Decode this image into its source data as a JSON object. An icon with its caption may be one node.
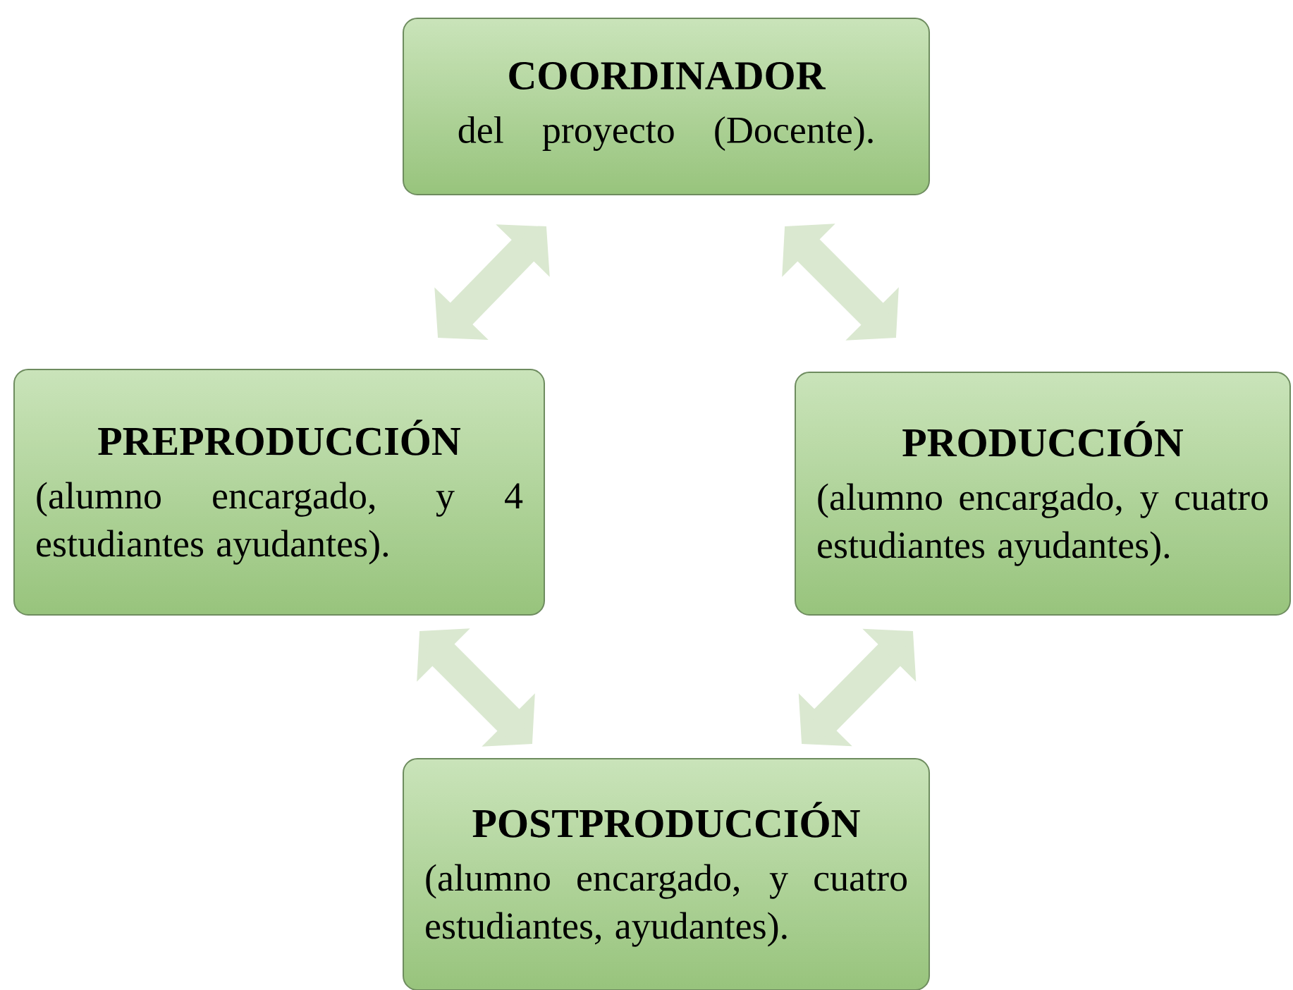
{
  "diagram": {
    "nodes": [
      {
        "text": [
          "COORDINADOR",
          "del proyecto (Docente)."
        ]
      },
      {
        "text": [
          "PREPRODUCCIÓN",
          "(alumno encargado, y 4 estudiantes ayudantes)."
        ]
      },
      {
        "text": [
          "PRODUCCIÓN",
          "(alumno encargado, y cuatro estudiantes ayudantes)."
        ]
      },
      {
        "text": [
          "POSTPRODUCCIÓN",
          "(alumno encargado, y cuatro estudiantes, ayudantes)."
        ]
      }
    ],
    "edges": [
      {
        "from": 1,
        "to": 0,
        "arrow": "both"
      },
      {
        "from": 0,
        "to": 2,
        "arrow": "both"
      },
      {
        "from": 1,
        "to": 3,
        "arrow": "both"
      },
      {
        "from": 3,
        "to": 2,
        "arrow": "both"
      }
    ]
  }
}
